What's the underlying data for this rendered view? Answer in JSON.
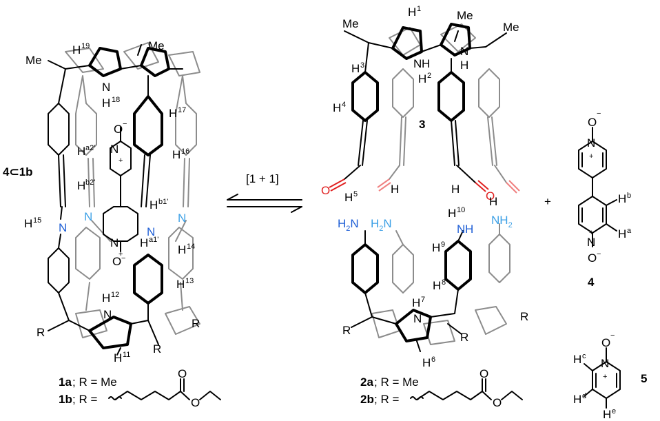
{
  "labels": {
    "complex": "4⊂1b",
    "reaction": "[1 + 1]",
    "plus": "+",
    "cpd3": "3",
    "cpd4": "4",
    "cpd5": "5",
    "r": "R",
    "me": "Me",
    "legend_1a_num": "1a",
    "legend_1a_txt": "; R = Me",
    "legend_1b_num": "1b",
    "legend_1b_txt": "; R =",
    "legend_2a_num": "2a",
    "legend_2a_txt": "; R = Me",
    "legend_2b_num": "2b",
    "legend_2b_txt": "; R =",
    "ester_o": "O",
    "nh2": "H",
    "nh2_n": "N",
    "nh2_sub": "2",
    "h_letter": "H",
    "n_letter": "N",
    "o_letter": "O",
    "o_minus": "O",
    "minus": "−",
    "plus_charge": "+"
  },
  "protons": {
    "h1": "1",
    "h2": "2",
    "h3": "3",
    "h4": "4",
    "h5": "5",
    "h6": "6",
    "h7": "7",
    "h8": "8",
    "h9": "9",
    "h10": "10",
    "h11": "11",
    "h12": "12",
    "h13": "13",
    "h14": "14",
    "h15": "15",
    "h16": "16",
    "h17": "17",
    "h18": "18",
    "h19": "19",
    "ha": "a",
    "hb": "b",
    "hc": "c",
    "hd": "d",
    "he": "e",
    "ha1": "a1'",
    "ha2": "a2'",
    "hb1": "b1'",
    "hb2": "b2'"
  },
  "colors": {
    "imine_n": "#1f5fd6",
    "imine_n_back": "#3ca0e6",
    "aldehyde_front": "#e02020",
    "aldehyde_back": "#f08080",
    "back_bonds": "#8c8c8c"
  }
}
